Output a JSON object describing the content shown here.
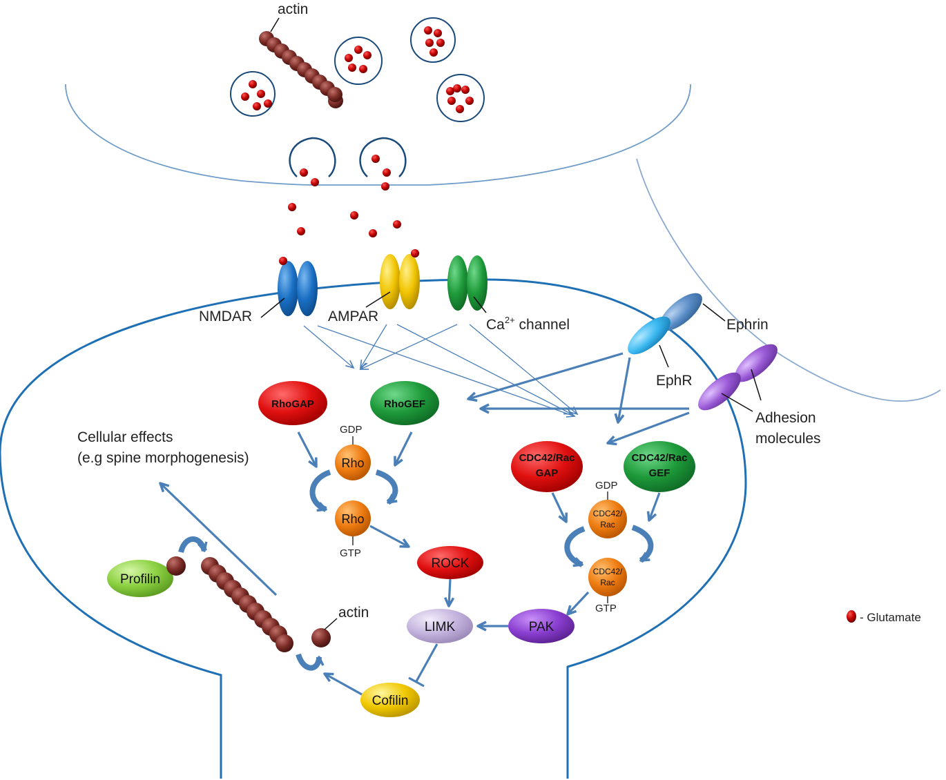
{
  "labels": {
    "actin_top": "actin",
    "actin_bottom": "actin",
    "nmdar": "NMDAR",
    "ampar": "AMPAR",
    "ca_prefix": "Ca",
    "ca_sup": "2+",
    "ca_suffix": " channel",
    "ephrin": "Ephrin",
    "ephr": "EphR",
    "adhesion_1": "Adhesion",
    "adhesion_2": "molecules",
    "cellular_1": "Cellular effects",
    "cellular_2": "(e.g spine morphogenesis)",
    "legend": "- Glutamate"
  },
  "nodes": {
    "rhogap": "RhoGAP",
    "rhogef": "RhoGEF",
    "rho_gdp": "Rho",
    "rho_gtp": "Rho",
    "gdp_rho": "GDP",
    "gtp_rho": "GTP",
    "cdc_gap_1": "CDC42/Rac",
    "cdc_gap_2": "GAP",
    "cdc_gef_1": "CDC42/Rac",
    "cdc_gef_2": "GEF",
    "cdc_gdp_1": "CDC42/",
    "cdc_gdp_2": "Rac",
    "cdc_gtp_1": "CDC42/",
    "cdc_gtp_2": "Rac",
    "gdp_cdc": "GDP",
    "gtp_cdc": "GTP",
    "rock": "ROCK",
    "limk": "LIMK",
    "pak": "PAK",
    "cofilin": "Cofilin",
    "profilin": "Profilin"
  },
  "colors": {
    "membrane": "#1f6fb5",
    "arrow": "#4a7fb8",
    "glutamate": "#c00000",
    "actin": "#7a2b25",
    "red_node": "#e01010",
    "green_node": "#1e9a3a",
    "orange_node": "#ee7c12",
    "nmdar": "#1a6fc4",
    "ampar": "#f0c400",
    "ca_channel": "#1e9a3a",
    "ephr": "#3ab8f0",
    "ephrin": "#5b8ec8",
    "adhesion": "#9a5ad6",
    "limk": "#c4b4de",
    "pak": "#8a3fd0",
    "cofilin": "#f0c800",
    "profilin": "#8ad040"
  }
}
